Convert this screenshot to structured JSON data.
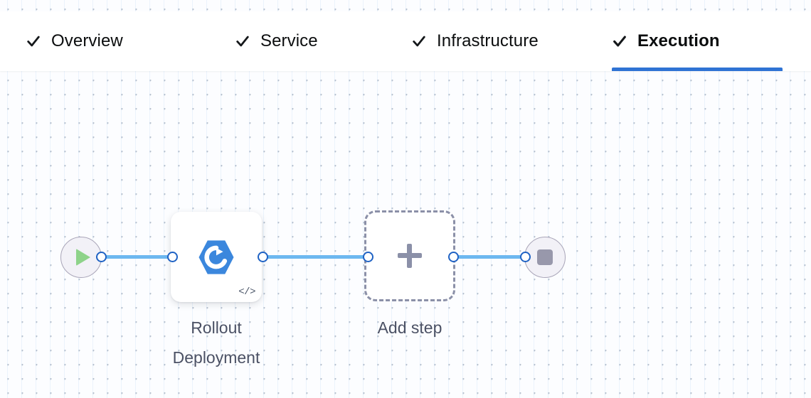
{
  "tabs": [
    {
      "label": "Overview",
      "icon": "check-icon",
      "completed": true,
      "active": false
    },
    {
      "label": "Service",
      "icon": "check-icon",
      "completed": true,
      "active": false
    },
    {
      "label": "Infrastructure",
      "icon": "check-icon",
      "completed": true,
      "active": false
    },
    {
      "label": "Execution",
      "icon": "check-icon",
      "completed": true,
      "active": true
    }
  ],
  "colors": {
    "accent": "#2f73d4",
    "edge": "#6db8f0",
    "port_ring": "#1f62c4",
    "terminal_fill": "#f2f1f7",
    "terminal_border": "#a9a5b8",
    "play_green": "#8ed38a",
    "stop_gray": "#9898ab",
    "dashed_border": "#8b90a8",
    "step_icon_blue": "#3b87dd",
    "caption_text": "#4b5164",
    "tab_text": "#0b0d0e",
    "canvas_bg": "#fcfdff",
    "grid_dot": "#b9c2ce"
  },
  "pipeline": {
    "start_node": {
      "name": "start-node",
      "icon": "play-icon"
    },
    "end_node": {
      "name": "end-node",
      "icon": "stop-icon"
    },
    "steps": [
      {
        "name": "rollout-deployment-step",
        "caption": "Rollout\nDeployment",
        "icon": "rollout-deployment-icon",
        "badge": "</>",
        "badge_icon": "code-icon"
      }
    ],
    "add_step": {
      "name": "add-step-node",
      "caption": "Add step",
      "icon": "plus-icon"
    },
    "edges": [
      {
        "from": "start-node",
        "to": "rollout-deployment-step"
      },
      {
        "from": "rollout-deployment-step",
        "to": "add-step-node"
      },
      {
        "from": "add-step-node",
        "to": "end-node"
      }
    ]
  }
}
